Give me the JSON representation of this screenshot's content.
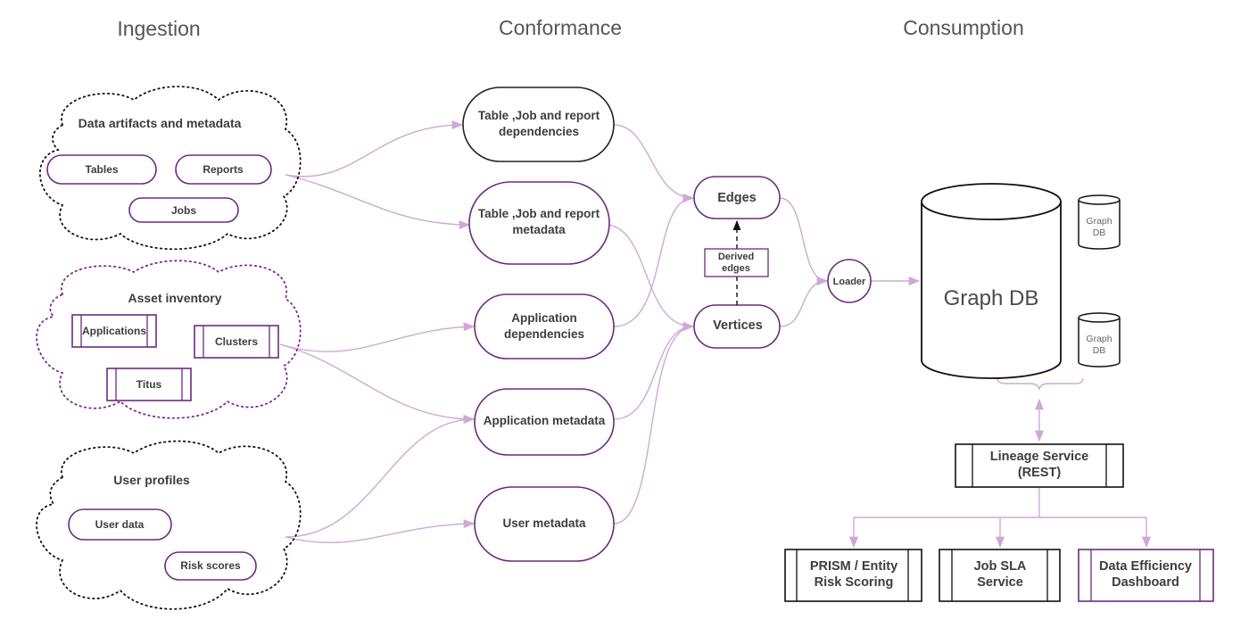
{
  "headers": {
    "ingestion": "Ingestion",
    "conformance": "Conformance",
    "consumption": "Consumption"
  },
  "clouds": {
    "data_artifacts": {
      "title": "Data artifacts and metadata",
      "items": [
        "Tables",
        "Reports",
        "Jobs"
      ]
    },
    "asset_inventory": {
      "title": "Asset inventory",
      "items": [
        "Applications",
        "Clusters",
        "Titus"
      ]
    },
    "user_profiles": {
      "title": "User profiles",
      "items": [
        "User data",
        "Risk scores"
      ]
    }
  },
  "conformance": {
    "table_deps": [
      "Table ,Job and report",
      "dependencies"
    ],
    "table_meta": [
      "Table ,Job and report",
      "metadata"
    ],
    "app_deps": [
      "Application",
      "dependencies"
    ],
    "app_meta": "Application metadata",
    "user_meta": "User metadata"
  },
  "graph": {
    "edges": "Edges",
    "vertices": "Vertices",
    "derived": [
      "Derived",
      "edges"
    ],
    "loader": "Loader"
  },
  "consumption": {
    "graph_db": "Graph DB",
    "graph_db_small": [
      "Graph",
      "DB"
    ],
    "lineage": [
      "Lineage Service",
      "(REST)"
    ],
    "prism": [
      "PRISM / Entity",
      "Risk Scoring"
    ],
    "job_sla": [
      "Job SLA",
      "Service"
    ],
    "data_eff": [
      "Data Efficiency",
      "Dashboard"
    ]
  },
  "colors": {
    "connector": "#cfa8d8",
    "accent": "#6e2a7e",
    "dark": "#222222"
  }
}
